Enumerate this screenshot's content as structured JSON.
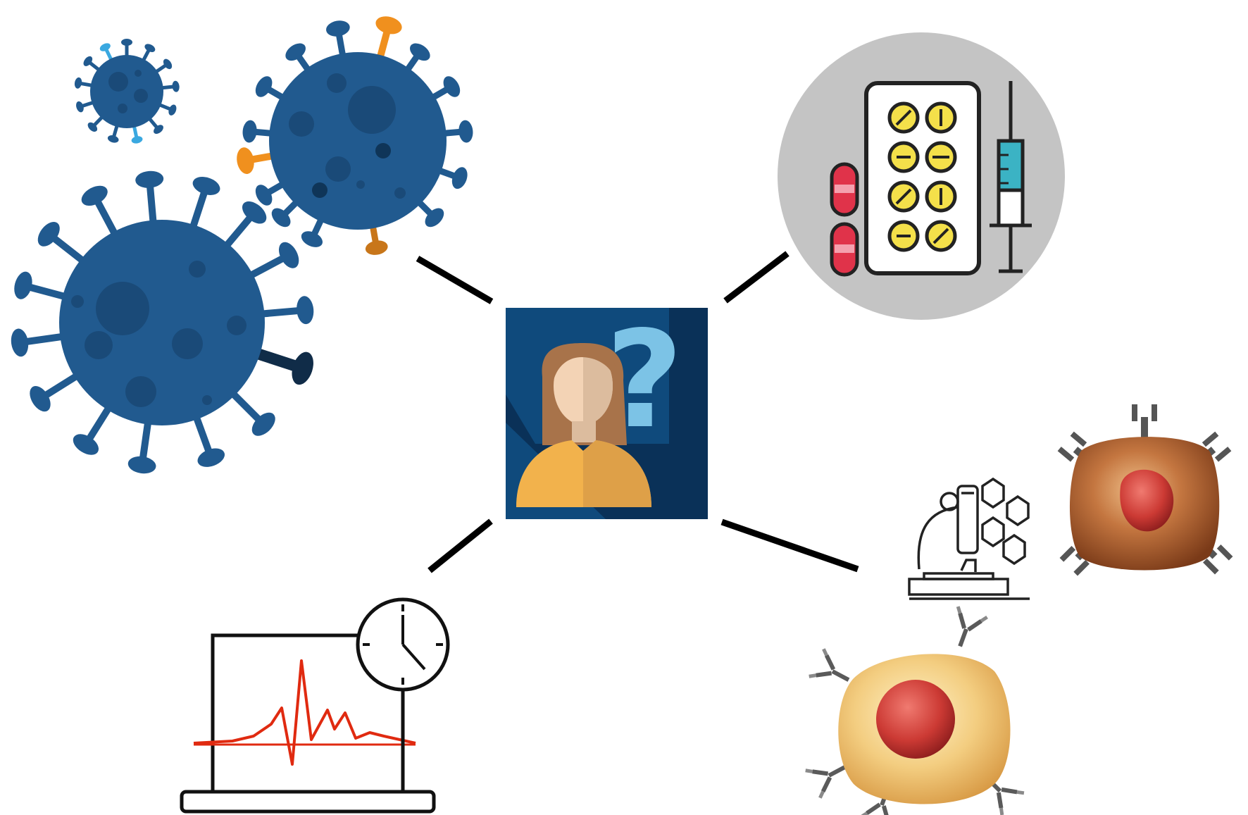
{
  "diagram": {
    "center": {
      "icon": "person-question-icon",
      "glyph": "?"
    },
    "nodes": [
      {
        "id": "viruses",
        "icon": "coronavirus-icon"
      },
      {
        "id": "drugs",
        "icon": "pills-syringe-icon"
      },
      {
        "id": "monitoring",
        "icon": "laptop-ecg-clock-icon"
      },
      {
        "id": "immune-cells",
        "icon": "microscope-cells-icon"
      }
    ],
    "colors": {
      "virus": "#215a8f",
      "virus_dark": "#1a4a78",
      "spike_orange": "#f0901e",
      "spike_light_blue": "#3aa8e0",
      "center_bg": "#0f4a7c",
      "center_shadow": "#0a2a4c",
      "question": "#7cc3e6",
      "skin": "#f3d3b5",
      "hair": "#a8734a",
      "shirt": "#f2b24c",
      "pill_red": "#e0334a",
      "pill_yellow": "#f4e04a",
      "syringe_teal": "#3bb3c4",
      "plate_gray": "#c4c4c4",
      "ecg_red": "#e02a10",
      "cell_yellow": "#f0c878",
      "cell_brown": "#a5502a",
      "nucleus_red": "#c83030"
    }
  }
}
